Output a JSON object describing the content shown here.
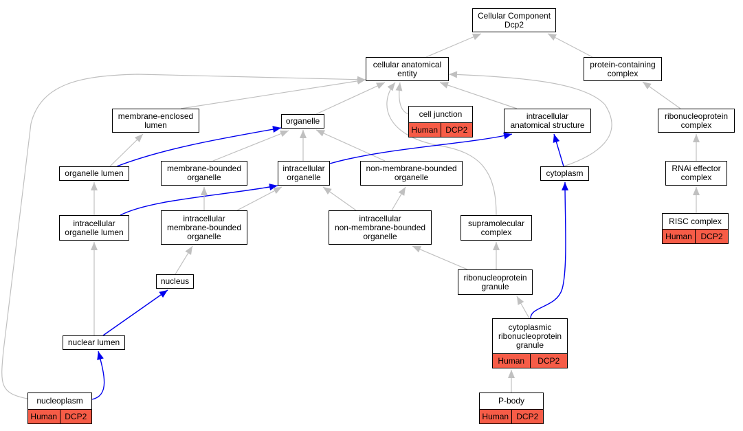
{
  "graph": {
    "colors": {
      "is_a": "#c0c0c0",
      "part_of": "#0000ee",
      "annotation": "#f65c47"
    },
    "nodes": [
      {
        "id": "cellular_component",
        "label": "Cellular Component\nDcp2"
      },
      {
        "id": "cellular_anatomical_entity",
        "label": "cellular anatomical\nentity"
      },
      {
        "id": "protein_containing_complex",
        "label": "protein-containing\ncomplex"
      },
      {
        "id": "membrane_enclosed_lumen",
        "label": "membrane-enclosed\nlumen"
      },
      {
        "id": "organelle",
        "label": "organelle"
      },
      {
        "id": "cell_junction",
        "label": "cell junction",
        "tags": [
          "Human",
          "DCP2"
        ]
      },
      {
        "id": "intracellular_anatomical_structure",
        "label": "intracellular\nanatomical structure"
      },
      {
        "id": "ribonucleoprotein_complex",
        "label": "ribonucleoprotein\ncomplex"
      },
      {
        "id": "organelle_lumen",
        "label": "organelle lumen"
      },
      {
        "id": "membrane_bounded_organelle",
        "label": "membrane-bounded\norganelle"
      },
      {
        "id": "intracellular_organelle",
        "label": "intracellular\norganelle"
      },
      {
        "id": "non_membrane_bounded_organelle",
        "label": "non-membrane-bounded\norganelle"
      },
      {
        "id": "cytoplasm",
        "label": "cytoplasm"
      },
      {
        "id": "rnai_effector_complex",
        "label": "RNAi effector\ncomplex"
      },
      {
        "id": "intracellular_organelle_lumen",
        "label": "intracellular\norganelle lumen"
      },
      {
        "id": "intracellular_membrane_bounded_organelle",
        "label": "intracellular\nmembrane-bounded\norganelle"
      },
      {
        "id": "intracellular_non_membrane_bounded_organelle",
        "label": "intracellular\nnon-membrane-bounded\norganelle"
      },
      {
        "id": "supramolecular_complex",
        "label": "supramolecular\ncomplex"
      },
      {
        "id": "risc_complex",
        "label": "RISC complex",
        "tags": [
          "Human",
          "DCP2"
        ]
      },
      {
        "id": "nucleus",
        "label": "nucleus"
      },
      {
        "id": "ribonucleoprotein_granule",
        "label": "ribonucleoprotein\ngranule"
      },
      {
        "id": "nuclear_lumen",
        "label": "nuclear lumen"
      },
      {
        "id": "cytoplasmic_ribonucleoprotein_granule",
        "label": "cytoplasmic\nribonucleoprotein\ngranule",
        "tags": [
          "Human",
          "DCP2"
        ]
      },
      {
        "id": "nucleoplasm",
        "label": "nucleoplasm",
        "tags": [
          "Human",
          "DCP2"
        ]
      },
      {
        "id": "p_body",
        "label": "P-body",
        "tags": [
          "Human",
          "DCP2"
        ]
      }
    ],
    "edges": [
      {
        "from": "cellular_anatomical_entity",
        "to": "cellular_component",
        "type": "is_a"
      },
      {
        "from": "protein_containing_complex",
        "to": "cellular_component",
        "type": "is_a"
      },
      {
        "from": "membrane_enclosed_lumen",
        "to": "cellular_anatomical_entity",
        "type": "is_a"
      },
      {
        "from": "organelle",
        "to": "cellular_anatomical_entity",
        "type": "is_a"
      },
      {
        "from": "cell_junction",
        "to": "cellular_anatomical_entity",
        "type": "is_a"
      },
      {
        "from": "intracellular_anatomical_structure",
        "to": "cellular_anatomical_entity",
        "type": "is_a"
      },
      {
        "from": "cytoplasm",
        "to": "cellular_anatomical_entity",
        "type": "is_a"
      },
      {
        "from": "supramolecular_complex",
        "to": "cellular_anatomical_entity",
        "type": "is_a"
      },
      {
        "from": "nucleoplasm",
        "to": "cellular_anatomical_entity",
        "type": "is_a"
      },
      {
        "from": "ribonucleoprotein_complex",
        "to": "protein_containing_complex",
        "type": "is_a"
      },
      {
        "from": "organelle_lumen",
        "to": "membrane_enclosed_lumen",
        "type": "is_a"
      },
      {
        "from": "organelle_lumen",
        "to": "organelle",
        "type": "part_of"
      },
      {
        "from": "membrane_bounded_organelle",
        "to": "organelle",
        "type": "is_a"
      },
      {
        "from": "intracellular_organelle",
        "to": "organelle",
        "type": "is_a"
      },
      {
        "from": "non_membrane_bounded_organelle",
        "to": "organelle",
        "type": "is_a"
      },
      {
        "from": "intracellular_organelle",
        "to": "intracellular_anatomical_structure",
        "type": "part_of"
      },
      {
        "from": "cytoplasm",
        "to": "intracellular_anatomical_structure",
        "type": "part_of"
      },
      {
        "from": "rnai_effector_complex",
        "to": "ribonucleoprotein_complex",
        "type": "is_a"
      },
      {
        "from": "risc_complex",
        "to": "rnai_effector_complex",
        "type": "is_a"
      },
      {
        "from": "intracellular_organelle_lumen",
        "to": "organelle_lumen",
        "type": "is_a"
      },
      {
        "from": "intracellular_organelle_lumen",
        "to": "intracellular_organelle",
        "type": "part_of"
      },
      {
        "from": "intracellular_membrane_bounded_organelle",
        "to": "membrane_bounded_organelle",
        "type": "is_a"
      },
      {
        "from": "intracellular_membrane_bounded_organelle",
        "to": "intracellular_organelle",
        "type": "is_a"
      },
      {
        "from": "intracellular_non_membrane_bounded_organelle",
        "to": "intracellular_organelle",
        "type": "is_a"
      },
      {
        "from": "intracellular_non_membrane_bounded_organelle",
        "to": "non_membrane_bounded_organelle",
        "type": "is_a"
      },
      {
        "from": "nucleus",
        "to": "intracellular_membrane_bounded_organelle",
        "type": "is_a"
      },
      {
        "from": "ribonucleoprotein_granule",
        "to": "intracellular_non_membrane_bounded_organelle",
        "type": "is_a"
      },
      {
        "from": "ribonucleoprotein_granule",
        "to": "supramolecular_complex",
        "type": "is_a"
      },
      {
        "from": "nuclear_lumen",
        "to": "intracellular_organelle_lumen",
        "type": "is_a"
      },
      {
        "from": "nuclear_lumen",
        "to": "nucleus",
        "type": "part_of"
      },
      {
        "from": "cytoplasmic_ribonucleoprotein_granule",
        "to": "ribonucleoprotein_granule",
        "type": "is_a"
      },
      {
        "from": "cytoplasmic_ribonucleoprotein_granule",
        "to": "cytoplasm",
        "type": "part_of"
      },
      {
        "from": "nucleoplasm",
        "to": "nuclear_lumen",
        "type": "part_of"
      },
      {
        "from": "p_body",
        "to": "cytoplasmic_ribonucleoprotein_granule",
        "type": "is_a"
      }
    ]
  }
}
